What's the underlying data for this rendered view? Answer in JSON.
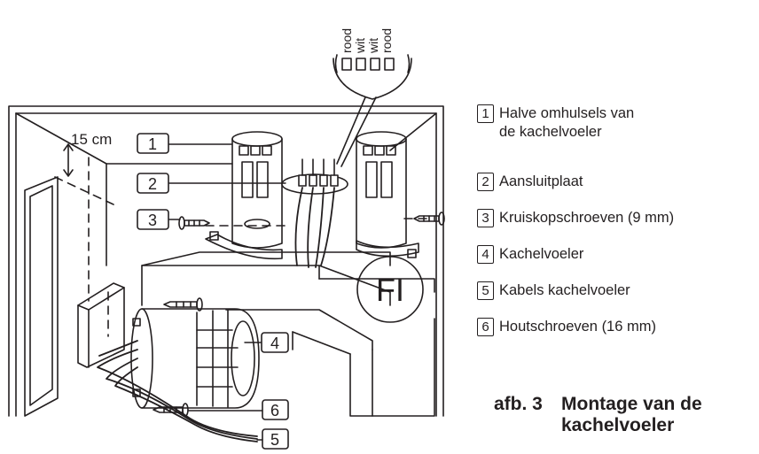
{
  "wire_colors": [
    "rood",
    "wit",
    "wit",
    "rood"
  ],
  "distance_label": "15 cm",
  "callouts": [
    "1",
    "2",
    "3",
    "4",
    "5",
    "6"
  ],
  "fi_mark": "FI",
  "legend": [
    {
      "num": "1",
      "text": "Halve omhulsels van de kachelvoeler"
    },
    {
      "num": "2",
      "text": "Aansluitplaat"
    },
    {
      "num": "3",
      "text": "Kruiskopschroeven (9 mm)"
    },
    {
      "num": "4",
      "text": "Kachelvoeler"
    },
    {
      "num": "5",
      "text": "Kabels kachelvoeler"
    },
    {
      "num": "6",
      "text": "Houtschroeven (16 mm)"
    }
  ],
  "caption": {
    "prefix": "afb. 3",
    "title": "Montage van de kachelvoeler"
  },
  "colors": {
    "line": "#231f20",
    "background": "#ffffff"
  }
}
